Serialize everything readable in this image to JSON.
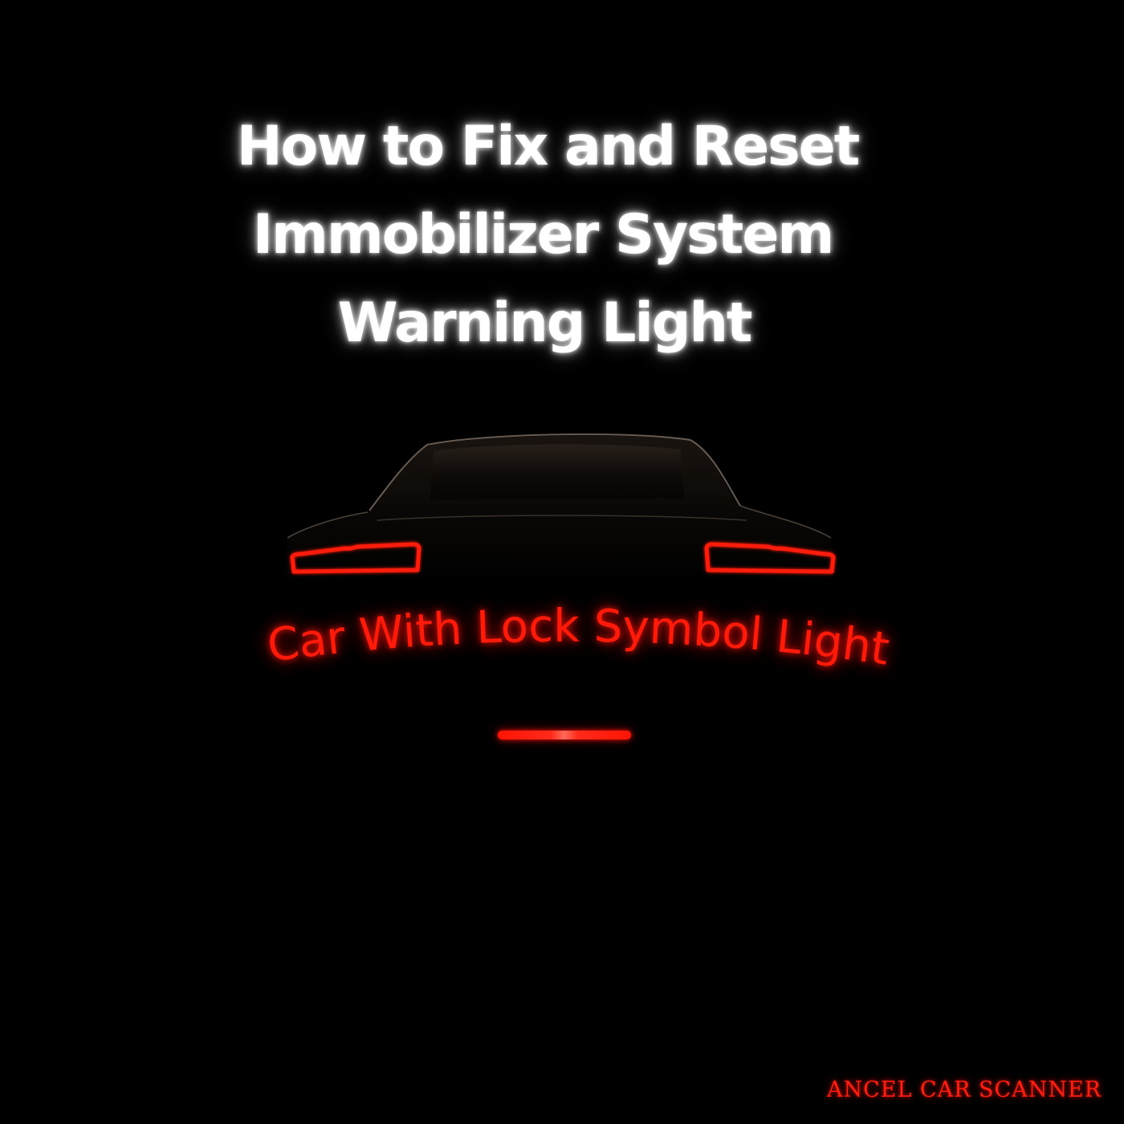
{
  "title": {
    "lines": [
      "How to Fix and Reset",
      "Immobilizer System",
      "Warning Light"
    ],
    "color": "#ffffff"
  },
  "illustration": {
    "subject": "car-rear-silhouette",
    "taillight_color": "#ff1a0a"
  },
  "subtitle": {
    "text": "Car With Lock Symbol Light",
    "color": "#ff1a0a"
  },
  "divider": {
    "color": "#ff1405"
  },
  "brand": {
    "text": "ANCEL CAR SCANNER",
    "color": "#ff1f10"
  }
}
